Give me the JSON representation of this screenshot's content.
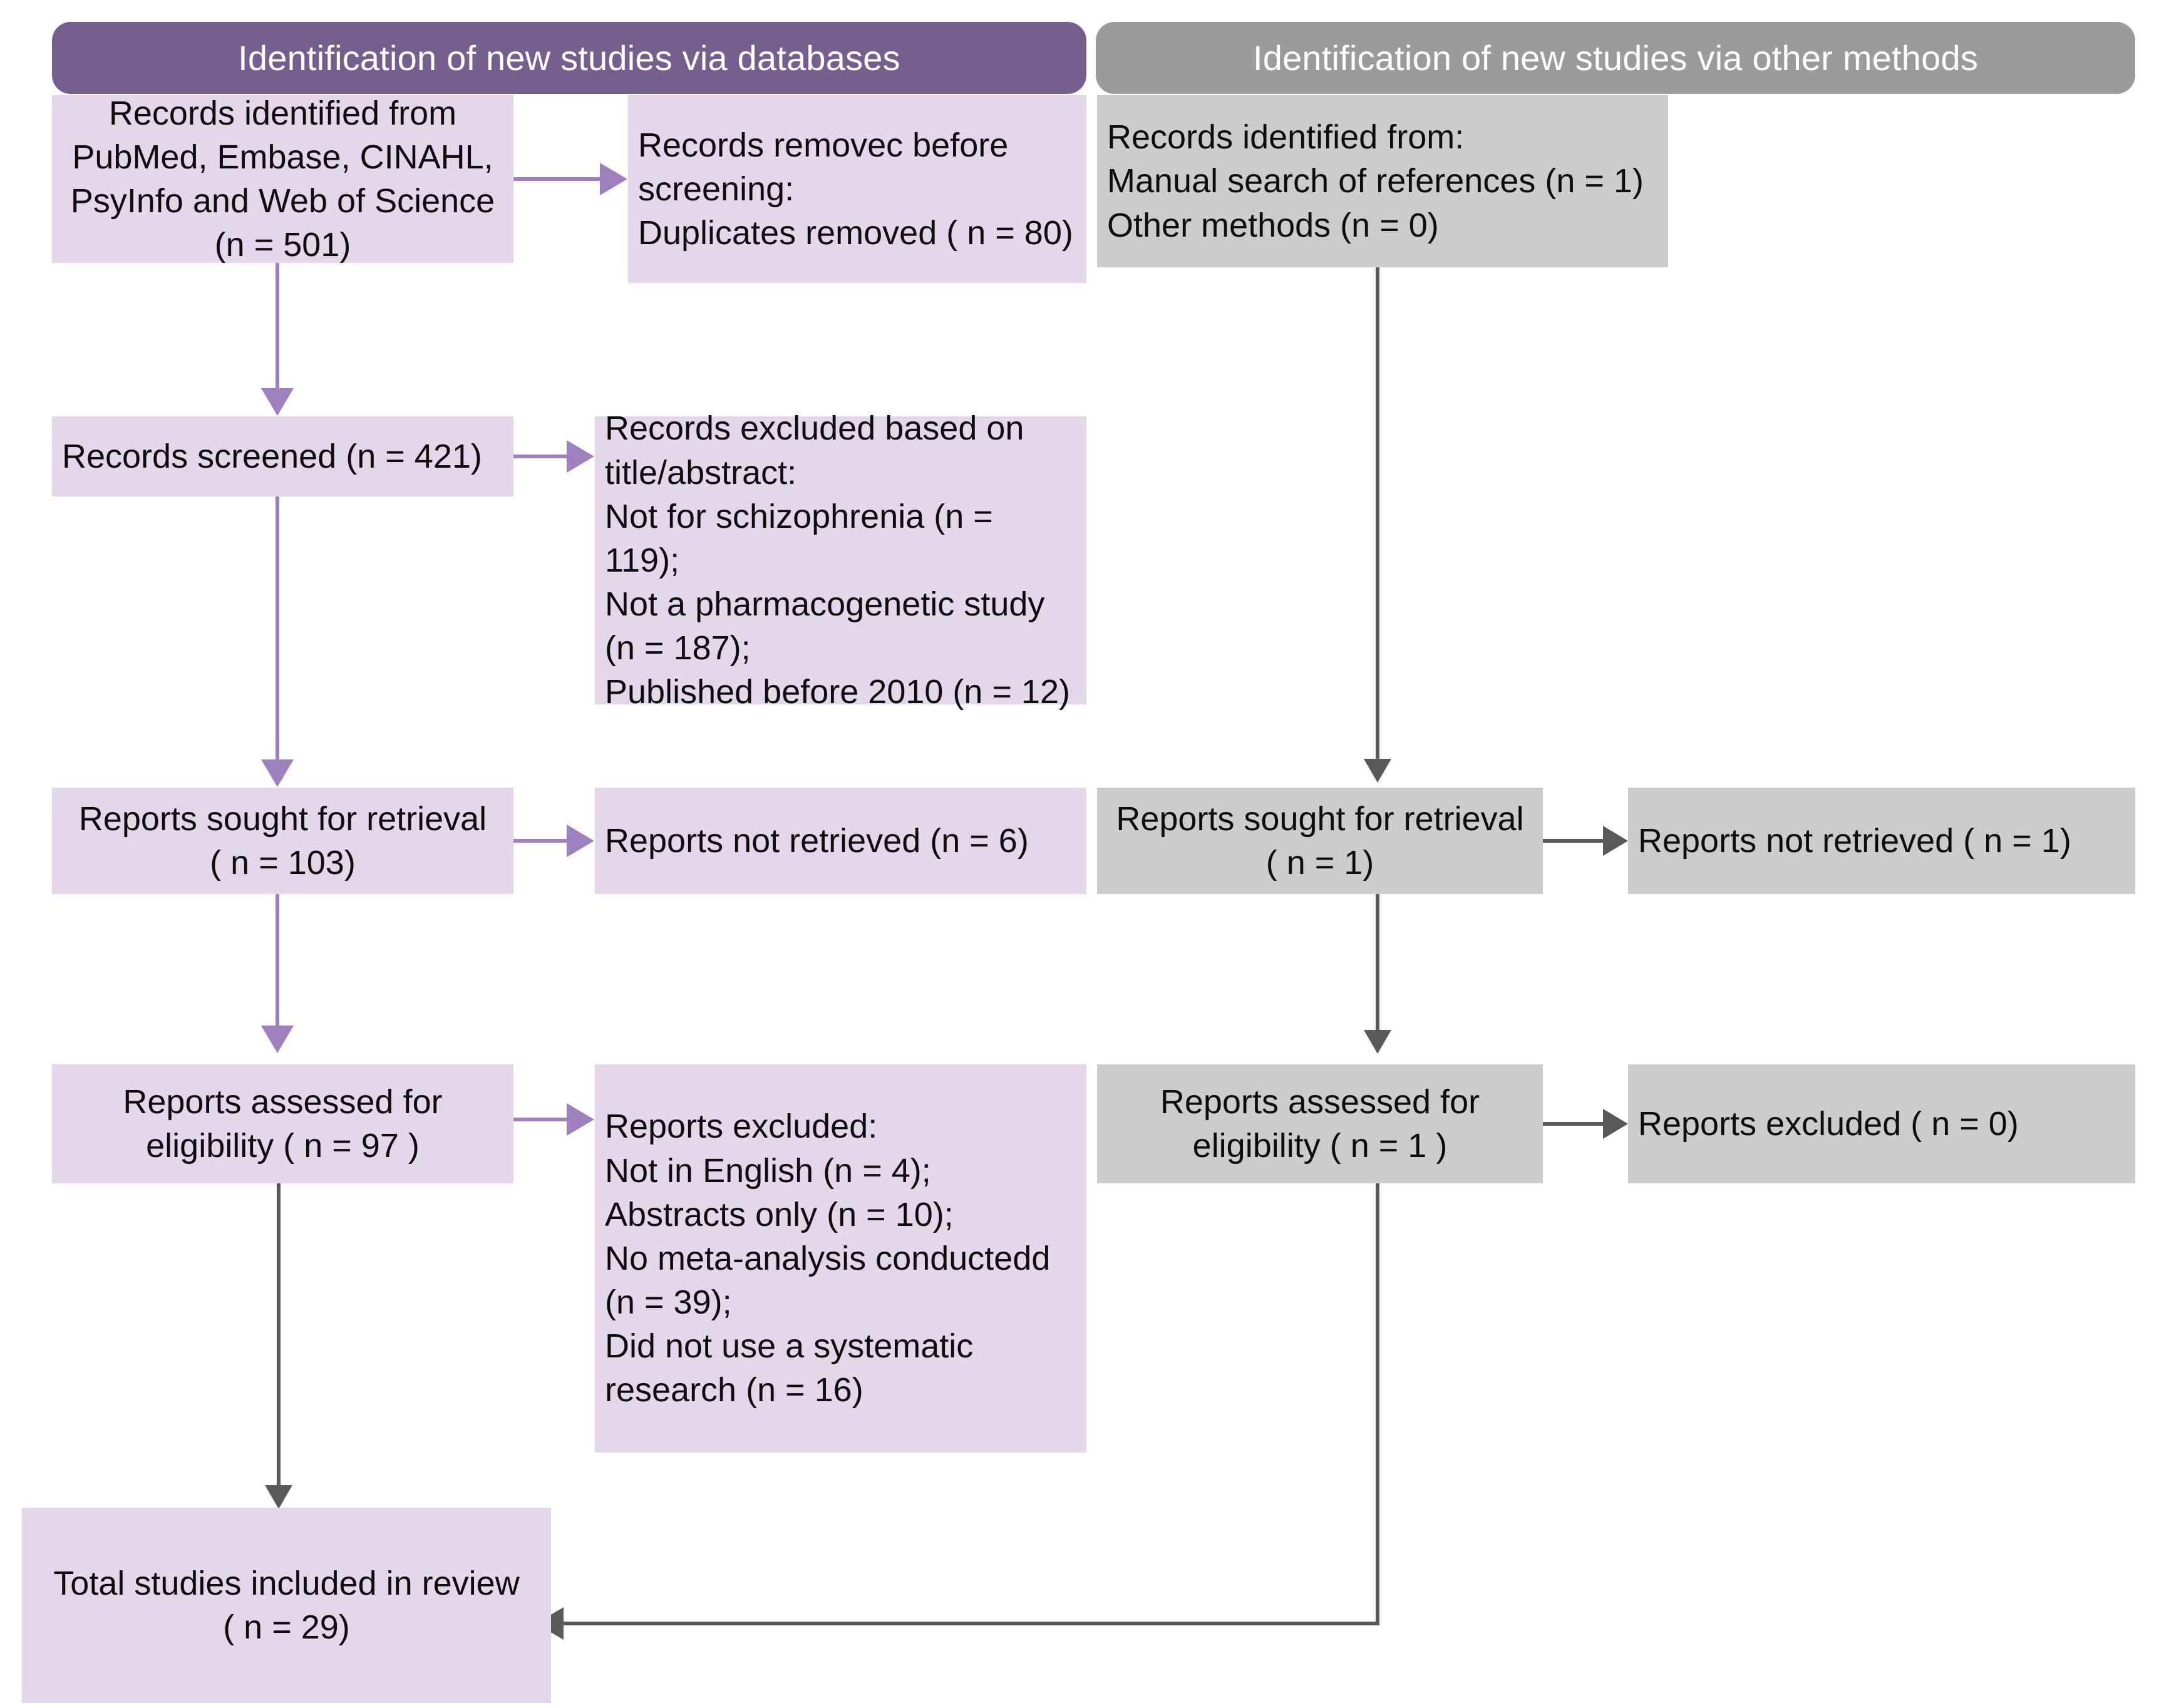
{
  "diagram": {
    "title": "PRISMA 2020 flow diagram for new systematic reviews",
    "colors": {
      "header_databases": "#755f8c",
      "header_other": "#9b9b9b",
      "box_databases": "#e3d7e9",
      "box_other": "#cccccc",
      "connector_databases": "#a07fbe",
      "connector_other": "#595959",
      "text": "#0d0d0d",
      "header_text": "#ffffff",
      "background": "#ffffff"
    }
  },
  "columns": {
    "databases": {
      "header": "Identification of new studies via databases",
      "identification": {
        "source_box": {
          "lines": [
            "Records identified from",
            "PubMed, Embase, CINAHL,",
            "PsyInfo and Web of Science",
            "(n = 501)"
          ]
        },
        "removed_box": {
          "lines": [
            "Records removec before",
            "screening:",
            "Duplicates removed ( n = 80)"
          ]
        }
      },
      "screening": {
        "screened_box": {
          "lines": [
            "Records screened (n = 421)"
          ]
        },
        "excluded_box": {
          "lines": [
            "Records excluded based on",
            "title/abstract:",
            "Not for schizophrenia (n = 119);",
            "Not a pharmacogenetic study",
            "(n = 187);",
            "Published before 2010 (n = 12)"
          ]
        }
      },
      "retrieval": {
        "sought_box": {
          "lines": [
            "Reports sought for retrieval",
            "( n = 103)"
          ]
        },
        "not_retrieved_box": {
          "lines": [
            "Reports not retrieved (n = 6)"
          ]
        }
      },
      "eligibility": {
        "assessed_box": {
          "lines": [
            "Reports assessed for",
            "eligibility ( n = 97 )"
          ]
        },
        "excluded_box": {
          "lines": [
            "Reports excluded:",
            "Not in English (n = 4);",
            "Abstracts only (n = 10);",
            "No meta-analysis conductedd",
            "(n = 39);",
            "Did not use a systematic",
            "research (n = 16)"
          ]
        }
      }
    },
    "other_methods": {
      "header": "Identification of new studies via other methods",
      "identification": {
        "source_box": {
          "lines": [
            "Records identified from:",
            "Manual search of references (n = 1)",
            "Other methods (n = 0)"
          ]
        }
      },
      "retrieval": {
        "sought_box": {
          "lines": [
            "Reports sought for retrieval",
            "( n = 1)"
          ]
        },
        "not_retrieved_box": {
          "lines": [
            "Reports not retrieved ( n = 1)"
          ]
        }
      },
      "eligibility": {
        "assessed_box": {
          "lines": [
            "Reports assessed for",
            "eligibility ( n = 1 )"
          ]
        },
        "excluded_box": {
          "lines": [
            "Reports excluded ( n = 0)"
          ]
        }
      }
    }
  },
  "included": {
    "total_box": {
      "lines": [
        "Total studies included in review",
        "( n = 29)"
      ]
    }
  },
  "counts": {
    "records_identified_databases": 501,
    "duplicates_removed": 80,
    "records_screened": 421,
    "excluded_not_schizophrenia": 119,
    "excluded_not_pharmacogenetic": 187,
    "excluded_before_2010": 12,
    "reports_sought_databases": 103,
    "reports_not_retrieved_databases": 6,
    "reports_assessed_databases": 97,
    "excluded_not_english": 4,
    "excluded_abstracts_only": 10,
    "excluded_no_meta_analysis": 39,
    "excluded_not_systematic": 16,
    "records_identified_manual": 1,
    "records_identified_other": 0,
    "reports_sought_other": 1,
    "reports_not_retrieved_other": 1,
    "reports_assessed_other": 1,
    "reports_excluded_other": 0,
    "total_included": 29
  }
}
